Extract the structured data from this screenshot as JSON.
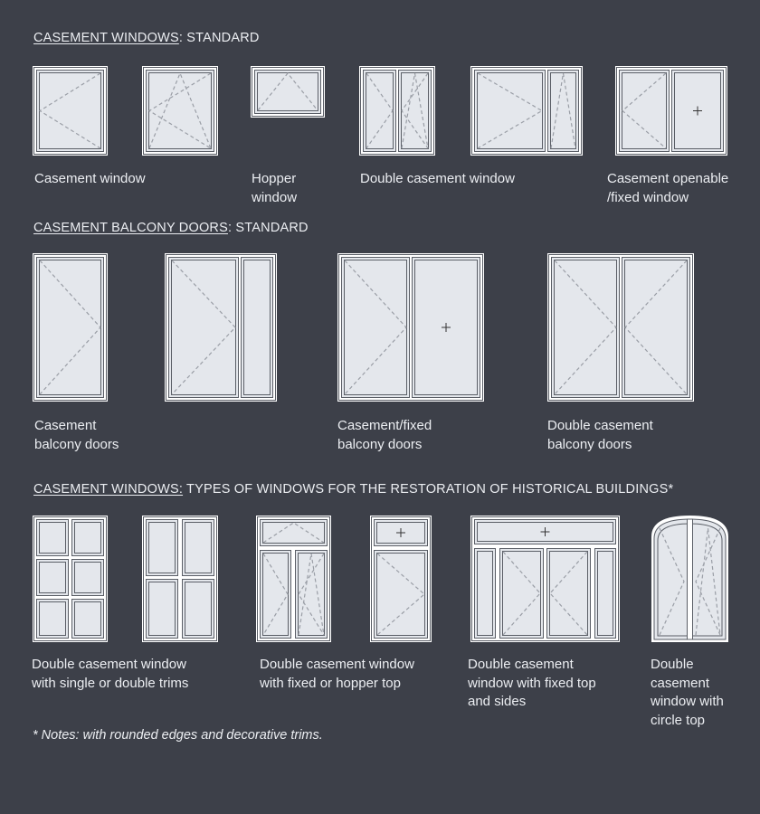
{
  "sections": [
    {
      "heading_underlined": "CASEMENT WINDOWS",
      "heading_rest": ": STANDARD"
    },
    {
      "heading_underlined": "CASEMENT BALCONY DOORS",
      "heading_rest": ": STANDARD"
    },
    {
      "heading_underlined": "CASEMENT WINDOWS:",
      "heading_rest": " TYPES OF WINDOWS FOR THE RESTORATION OF HISTORICAL  BUILDINGS*"
    }
  ],
  "labels": {
    "casement_window": "Casement window",
    "hopper_window": "Hopper\nwindow",
    "double_casement_window": "Double casement window",
    "casement_openable_fixed": "Casement openable\n/fixed window",
    "casement_balcony_doors": "Casement\nbalcony doors",
    "casement_fixed_balcony_doors": "Casement/fixed\nbalcony doors",
    "double_casement_balcony_doors": "Double casement\nbalcony doors",
    "double_casement_trims": "Double casement window\nwith single or double trims",
    "double_casement_hopper_top": "Double casement window\nwith fixed or hopper top",
    "double_casement_fixed_top_sides": "Double casement\nwindow with fixed top\nand sides",
    "double_casement_circle_top": "Double\ncasement\nwindow with\ncircle top"
  },
  "note": "* Notes: with rounded edges and decorative trims.",
  "colors": {
    "background": "#3d4049",
    "frame": "#ffffff",
    "glass": "#e4e7ec",
    "line": "#5a5e66"
  }
}
